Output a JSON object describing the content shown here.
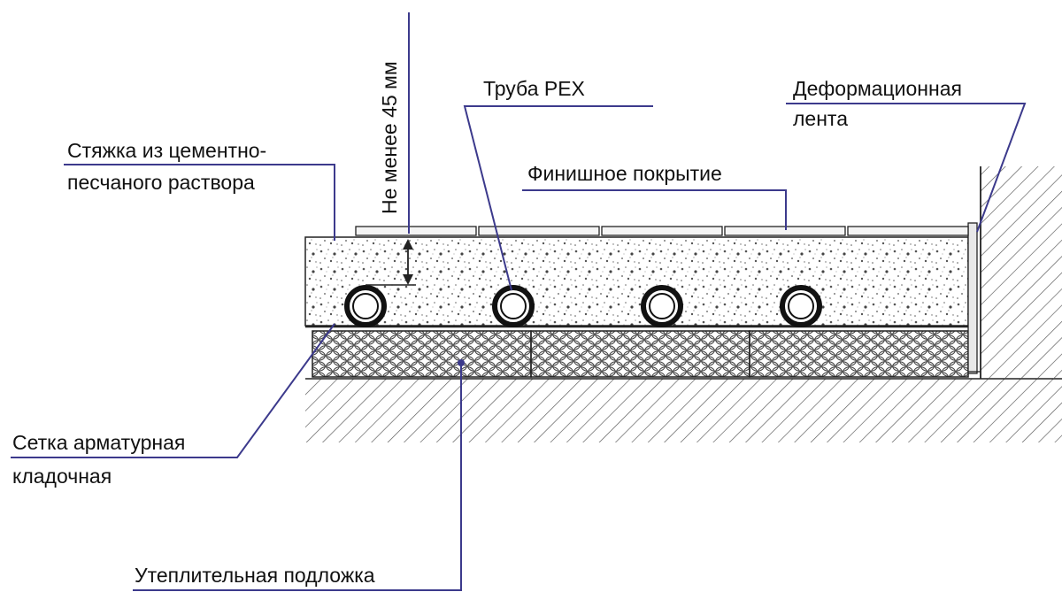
{
  "labels": {
    "screed": [
      "Стяжка из цементно-",
      "песчаного раствора"
    ],
    "min_depth": "Не менее 45 мм",
    "pipe": "Труба PEX",
    "finish": "Финишное покрытие",
    "expansion_tape": [
      "Деформационная",
      "лента"
    ],
    "mesh": [
      "Сетка арматурная",
      "кладочная"
    ],
    "insulation": "Утеплительная подложка"
  },
  "colors": {
    "leader": "#3c3a8c",
    "ink": "#222222",
    "background": "#ffffff"
  }
}
